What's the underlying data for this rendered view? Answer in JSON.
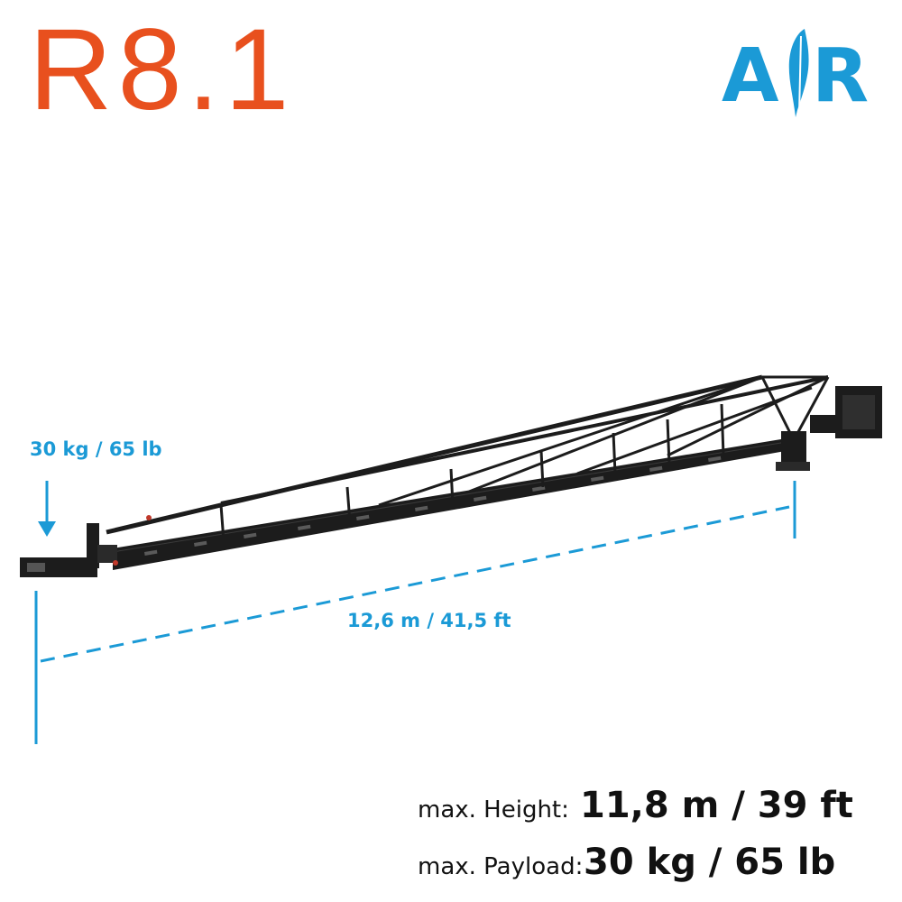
{
  "header": {
    "model": "R8.1",
    "brand": "AIR",
    "brand_color": "#1b9ad6",
    "model_color": "#e8501e"
  },
  "crane": {
    "payload_marker": "30 kg / 65 lb",
    "reach_marker": "12,6 m / 41,5 ft"
  },
  "specs": [
    {
      "label": "max. Height:",
      "value": "11,8 m / 39 ft"
    },
    {
      "label": "max. Payload:",
      "value": "30 kg / 65 lb"
    }
  ]
}
